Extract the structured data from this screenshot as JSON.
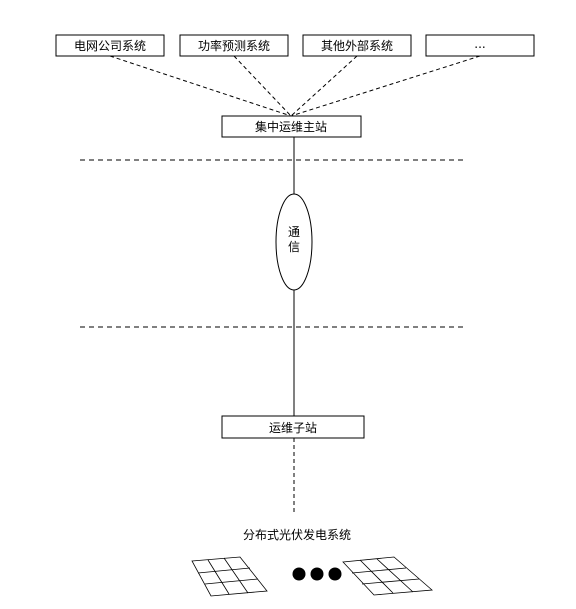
{
  "external_systems": [
    "电网公司系统",
    "功率预测系统",
    "其他外部系统",
    "..."
  ],
  "master_station": "集中运维主站",
  "communication": [
    "通",
    "信"
  ],
  "substation": "运维子站",
  "pv_system_label": "分布式光伏发电系统"
}
